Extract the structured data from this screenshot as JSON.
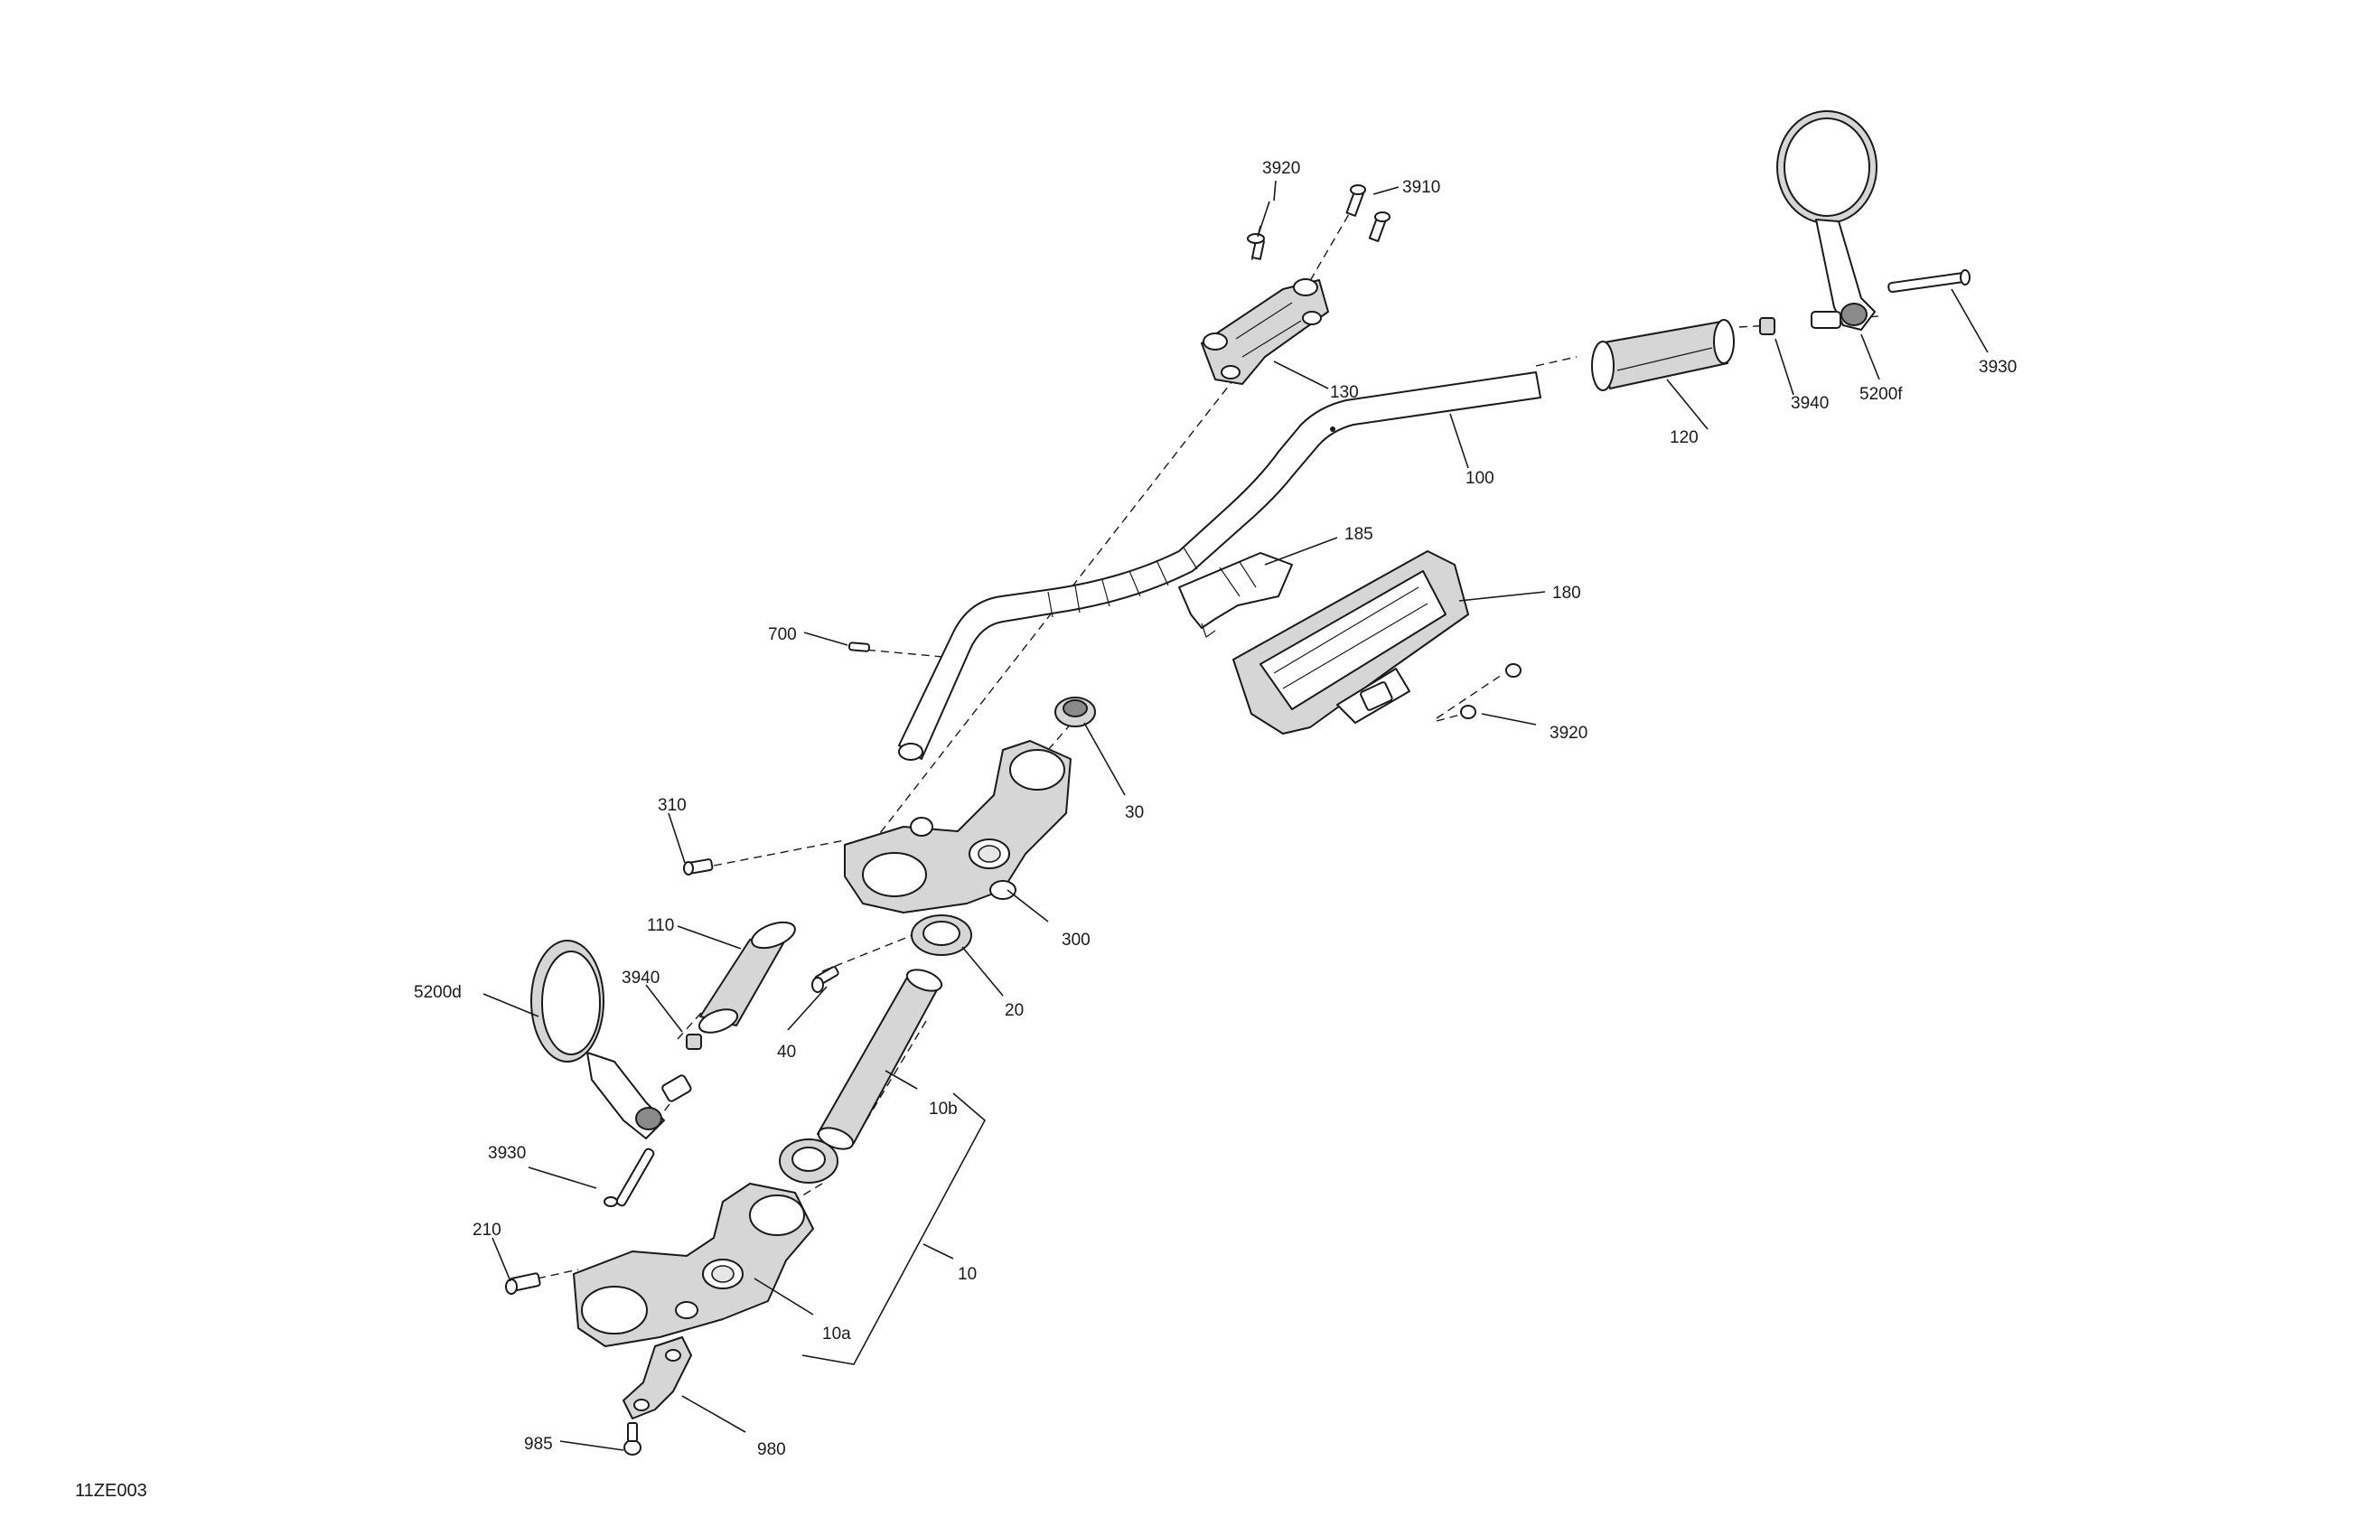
{
  "diagram": {
    "reference_code": "11ZE003",
    "callouts": {
      "c3920_top": "3920",
      "c3910": "3910",
      "c130": "130",
      "c100": "100",
      "c120": "120",
      "c3940_right": "3940",
      "c5200f": "5200f",
      "c3930_right": "3930",
      "c185": "185",
      "c180": "180",
      "c3920_right": "3920",
      "c700": "700",
      "c30": "30",
      "c310": "310",
      "c300": "300",
      "c110": "110",
      "c3940_left": "3940",
      "c5200d": "5200d",
      "c20": "20",
      "c40": "40",
      "c10b": "10b",
      "c3930_left": "3930",
      "c10": "10",
      "c210": "210",
      "c10a": "10a",
      "c985": "985",
      "c980": "980"
    }
  }
}
